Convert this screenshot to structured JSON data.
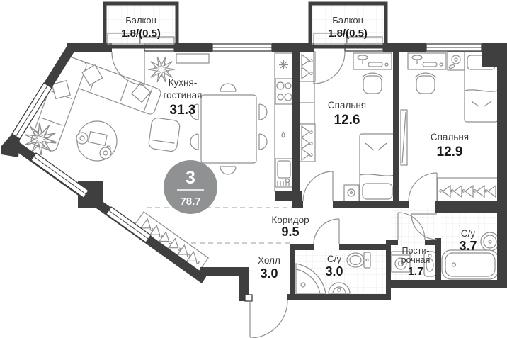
{
  "plan": {
    "badge": {
      "rooms_count": "3",
      "total_area": "78.7"
    },
    "balcony_left": {
      "name": "Балкон",
      "area": "1.8/(0.5)"
    },
    "balcony_right": {
      "name": "Балкон",
      "area": "1.8/(0.5)"
    },
    "rooms": {
      "kitchen_living": {
        "line1": "Кухня-",
        "line2": "гостиная",
        "area": "31.3"
      },
      "bedroom_1": {
        "name": "Спальня",
        "area": "12.6"
      },
      "bedroom_2": {
        "name": "Спальня",
        "area": "12.9"
      },
      "corridor": {
        "name": "Коридор",
        "area": "9.5"
      },
      "hall": {
        "name": "Холл",
        "area": "3.0"
      },
      "bathroom_1": {
        "name": "С/у",
        "area": "3.0"
      },
      "laundry": {
        "line1": "Пости-",
        "line2": "рочная",
        "area": "1.7"
      },
      "bathroom_2": {
        "name": "С/у",
        "area": "3.7"
      }
    },
    "colors": {
      "wall": "#3f3f3f",
      "furniture_stroke": "#8f8f8f",
      "badge_fill": "#909193",
      "text_dark": "#1a1a1a",
      "text_name": "#3a3a3a",
      "dashed": "#bdbdbd",
      "tile": "#ededed"
    }
  }
}
